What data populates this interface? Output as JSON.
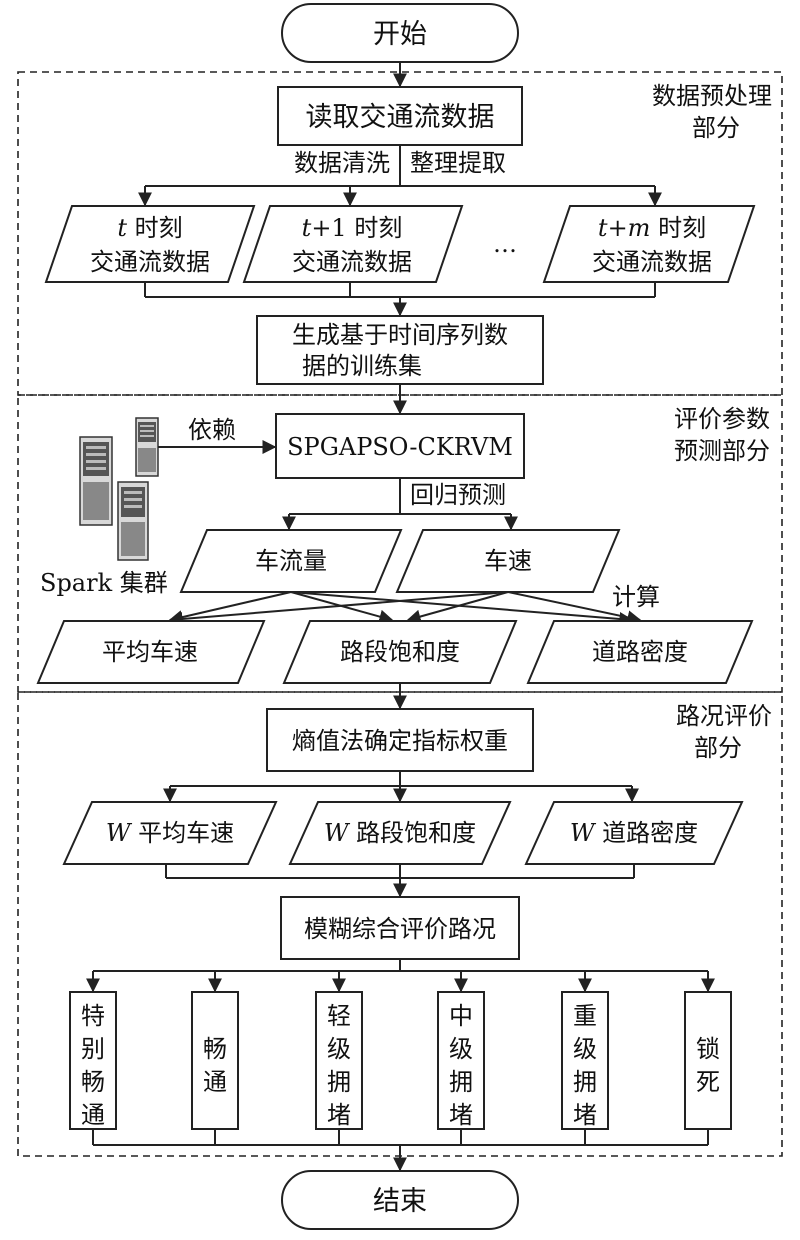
{
  "flow": {
    "start": "开始",
    "end": "结束"
  },
  "sections": {
    "preprocess": [
      "数据预处理",
      "部分"
    ],
    "prediction": [
      "评价参数",
      "预测部分"
    ],
    "evaluation": [
      "路况评价",
      "部分"
    ]
  },
  "preprocess": {
    "read": "读取交通流数据",
    "clean": "数据清洗",
    "extract": "整理提取",
    "t0": {
      "var": "t",
      "time": " 时刻",
      "data": "交通流数据"
    },
    "t1": {
      "var": "t",
      "suffix": "+1",
      "time": " 时刻",
      "data": "交通流数据"
    },
    "tm": {
      "var": "t",
      "plus": "+",
      "var2": "m",
      "time": " 时刻",
      "data": "交通流数据"
    },
    "ellipsis": "…",
    "trainset": [
      "生成基于时间序列数",
      "据的训练集"
    ]
  },
  "prediction": {
    "model": "SPGAPSO-CKRVM",
    "depends": "依赖",
    "regress": "回归预测",
    "cluster": "Spark 集群",
    "flow": "车流量",
    "speed": "车速",
    "compute": "计算",
    "avg_speed": "平均车速",
    "saturation": "路段饱和度",
    "density": "道路密度"
  },
  "evaluation": {
    "entropy": "熵值法确定指标权重",
    "w": "W",
    "w_avg_speed": " 平均车速",
    "w_saturation": " 路段饱和度",
    "w_density": " 道路密度",
    "fuzzy": "模糊综合评价路况",
    "levels": [
      [
        "特",
        "别",
        "畅",
        "通"
      ],
      [
        "畅",
        "通"
      ],
      [
        "轻",
        "级",
        "拥",
        "堵"
      ],
      [
        "中",
        "级",
        "拥",
        "堵"
      ],
      [
        "重",
        "级",
        "拥",
        "堵"
      ],
      [
        "锁",
        "死"
      ]
    ]
  }
}
